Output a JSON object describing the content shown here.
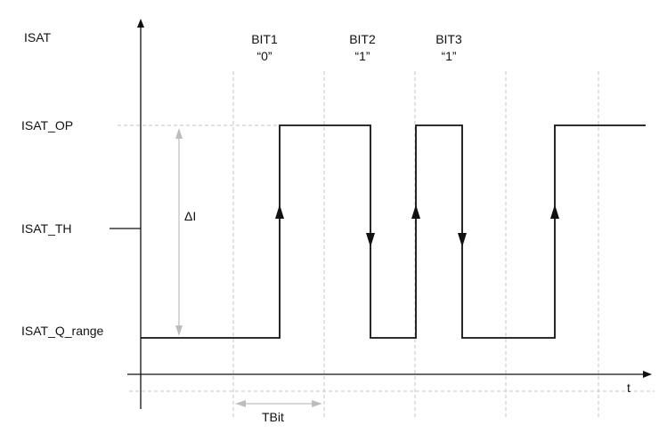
{
  "y_axis_label": "ISAT",
  "x_axis_label": "t",
  "levels": {
    "op": "ISAT_OP",
    "th": "ISAT_TH",
    "q_range": "ISAT_Q_range"
  },
  "bits": [
    {
      "name": "BIT1",
      "value": "“0”"
    },
    {
      "name": "BIT2",
      "value": "“1”"
    },
    {
      "name": "BIT3",
      "value": "“1”"
    }
  ],
  "delta_label": "ΔI",
  "period_label": "TBit",
  "colors": {
    "signal": "#111111",
    "guide": "#c4c4c4",
    "dimension": "#bdbdbd"
  }
}
